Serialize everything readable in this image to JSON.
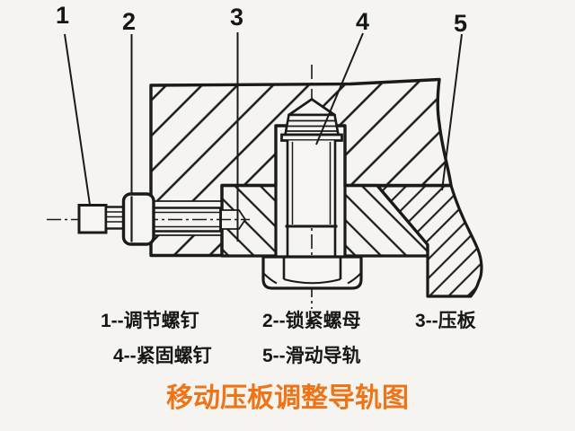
{
  "callouts": [
    "1",
    "2",
    "3",
    "4",
    "5"
  ],
  "legend": {
    "row1": [
      {
        "label": "1--调节螺钉"
      },
      {
        "label": "2--锁紧螺母"
      },
      {
        "label": "3--压板"
      }
    ],
    "row2": [
      {
        "label": "4--紧固螺钉"
      },
      {
        "label": "5--滑动导轨"
      }
    ]
  },
  "caption": {
    "text": "移动压板调整导轨图"
  },
  "colors": {
    "ink": "#1a1a1a",
    "background": "#f5f4f1",
    "caption_orange": "#ee7517"
  }
}
